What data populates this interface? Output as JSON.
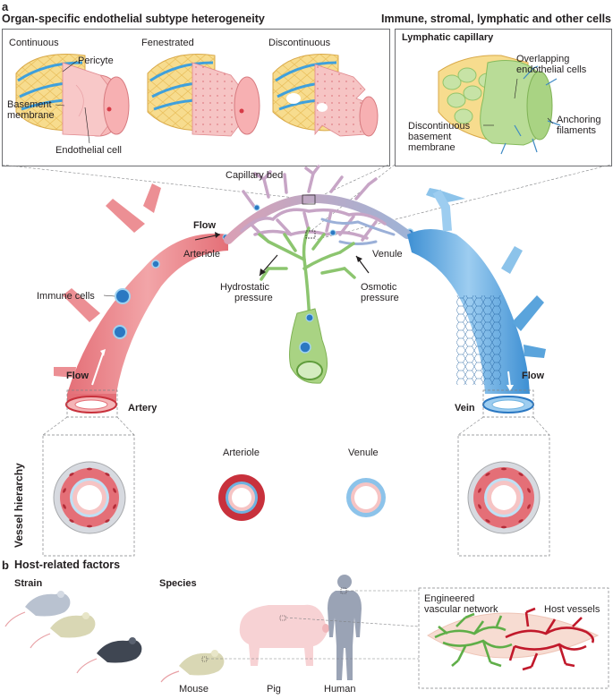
{
  "panel_a": {
    "letter": "a",
    "left_header": "Organ-specific endothelial subtype heterogeneity",
    "right_header": "Immune, stromal, lymphatic and other cells",
    "subtypes": [
      "Continuous",
      "Fenestrated",
      "Discontinuous"
    ],
    "continuous_labels": {
      "pericyte": "Pericyte",
      "basement_1": "Basement",
      "basement_2": "membrane",
      "endothelial": "Endothelial cell"
    },
    "lymphatic": {
      "title": "Lymphatic capillary",
      "overlap_1": "Overlapping",
      "overlap_2": "endothelial cells",
      "disc_1": "Discontinuous",
      "disc_2": "basement",
      "disc_3": "membrane",
      "anchor_1": "Anchoring",
      "anchor_2": "filaments"
    },
    "vasculature": {
      "capillary_bed": "Capillary bed",
      "flow_top": "Flow",
      "arteriole": "Arteriole",
      "venule": "Venule",
      "hydro_1": "Hydrostatic",
      "hydro_2": "pressure",
      "osmo_1": "Osmotic",
      "osmo_2": "pressure",
      "immune": "Immune cells",
      "flow_left": "Flow",
      "flow_right": "Flow",
      "artery": "Artery",
      "vein": "Vein"
    },
    "hierarchy": {
      "axis_label": "Vessel hierarchy",
      "arteriole": "Arteriole",
      "venule": "Venule"
    }
  },
  "panel_b": {
    "letter": "b",
    "header": "Host-related factors",
    "strain": "Strain",
    "species": "Species",
    "mouse": "Mouse",
    "pig": "Pig",
    "human": "Human",
    "engineered_1": "Engineered",
    "engineered_2": "vascular network",
    "host": "Host vessels"
  },
  "colors": {
    "artery": "#e8858a",
    "artery_dark": "#c8313c",
    "vein": "#6fb3e0",
    "vein_dark": "#2b78c2",
    "capillary": "#a99bc4",
    "lymph": "#8cc56f",
    "basement": "#f5d98a",
    "pericyte": "#5aaee0"
  }
}
